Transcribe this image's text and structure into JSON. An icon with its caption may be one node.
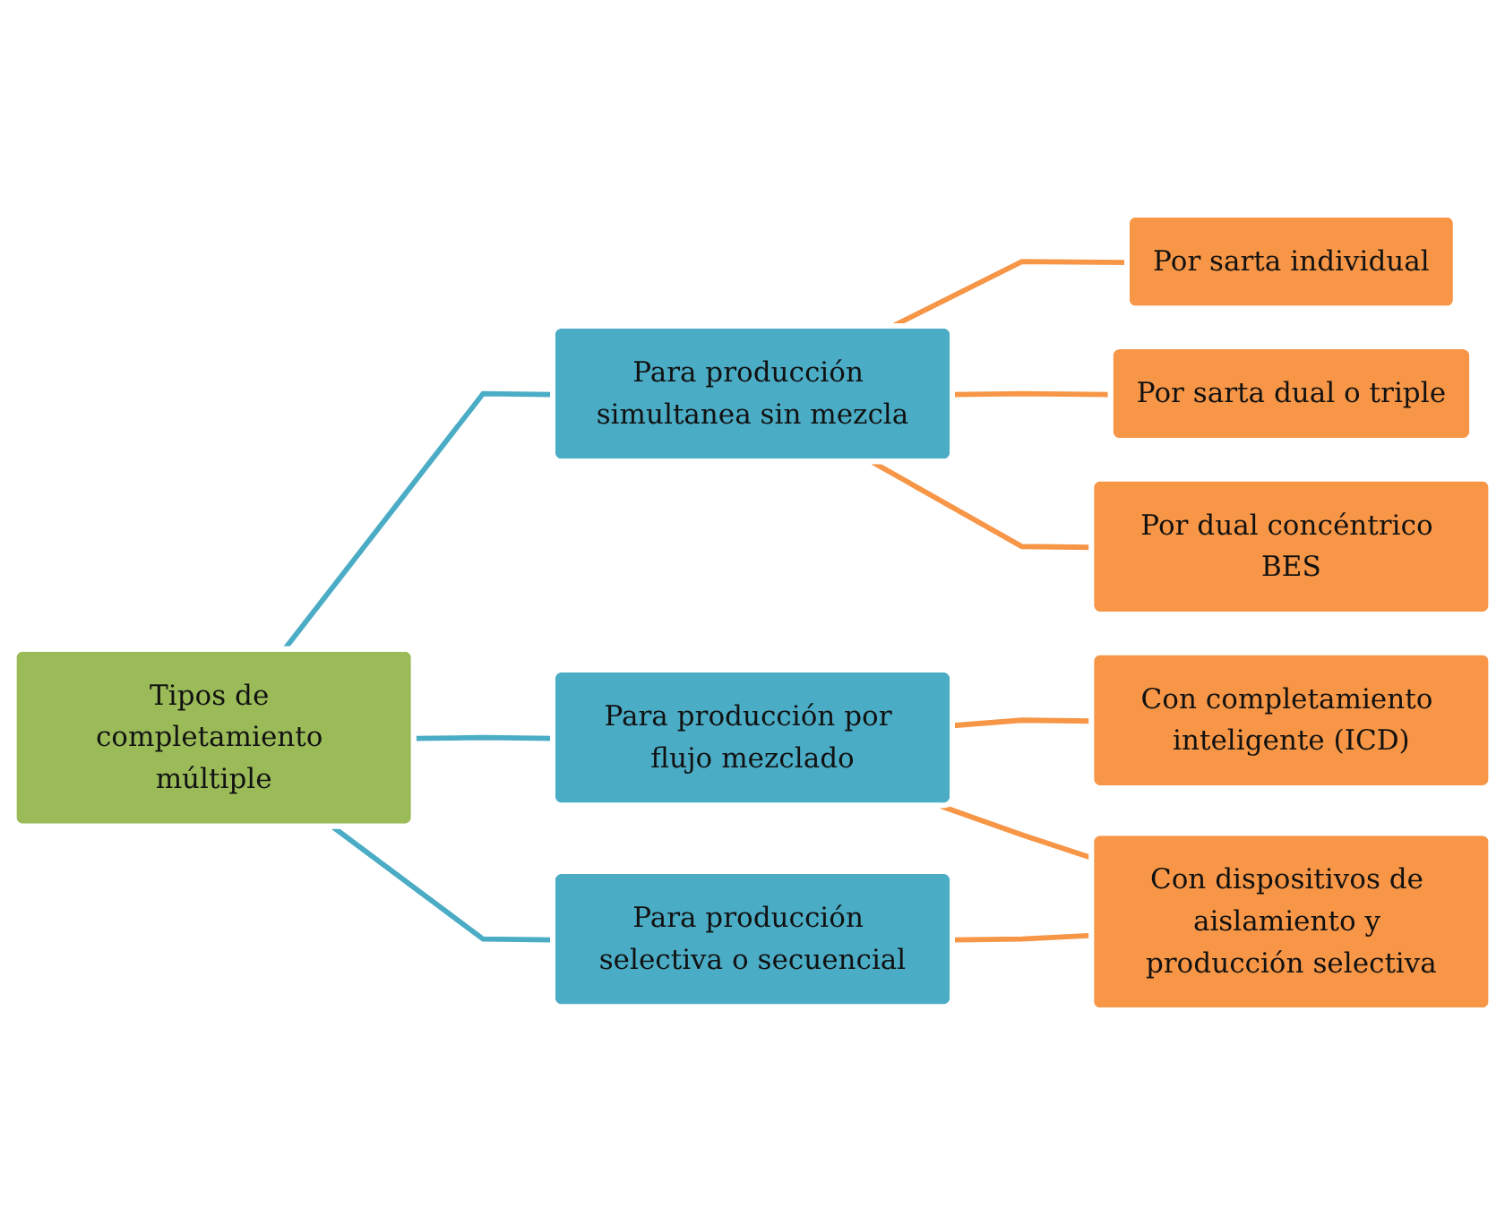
{
  "diagram": {
    "nodes": [
      {
        "text": [
          "Tipos de completamiento múltiple"
        ]
      },
      {
        "text": [
          "Para producción simultanea sin mezcla"
        ]
      },
      {
        "text": [
          "Por sarta individual"
        ]
      },
      {
        "text": [
          "Por sarta dual o triple"
        ]
      },
      {
        "text": [
          "Por dual concéntrico BES"
        ]
      },
      {
        "text": [
          "Para producción por flujo mezclado"
        ]
      },
      {
        "text": [
          "Con completamiento inteligente (ICD)"
        ]
      },
      {
        "text": [
          "Con dispositivos de aislamiento y producción selectiva"
        ]
      },
      {
        "text": [
          "Para producción selectiva o secuencial"
        ]
      }
    ],
    "edges": [
      {
        "from": 0,
        "to": 1,
        "arrow": "none",
        "color": "#4bacc6"
      },
      {
        "from": 0,
        "to": 5,
        "arrow": "none",
        "color": "#4bacc6"
      },
      {
        "from": 0,
        "to": 8,
        "arrow": "none",
        "color": "#4bacc6"
      },
      {
        "from": 1,
        "to": 2,
        "arrow": "none"
      },
      {
        "from": 1,
        "to": 3,
        "arrow": "none"
      },
      {
        "from": 1,
        "to": 4,
        "arrow": "none"
      },
      {
        "from": 5,
        "to": 6,
        "arrow": "none"
      },
      {
        "from": 5,
        "to": 7,
        "arrow": "none"
      },
      {
        "from": 8,
        "to": 7,
        "arrow": "none"
      }
    ]
  }
}
